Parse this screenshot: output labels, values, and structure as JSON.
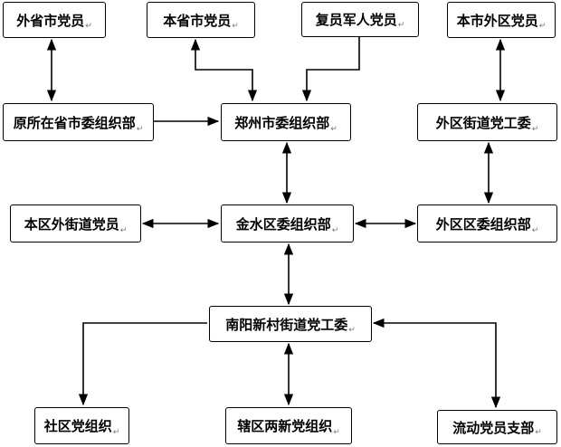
{
  "return_mark": "↵",
  "nodes": {
    "waisheng_shi_dangyuan": "外省市党员",
    "bensheng_shi_dangyuan": "本省市党员",
    "fuyuan_junren_dangyuan": "复员军人党员",
    "benshi_waiqu_dangyuan": "本市外区党员",
    "yuansuozai_sheng_shiwei_zuzhibu": "原所在省市委组织部",
    "zhengzhou_shiwei_zuzhibu": "郑州市委组织部",
    "waiqu_jiedao_danggongwei": "外区街道党工委",
    "benqu_wai_jiedao_dangyuan": "本区外街道党员",
    "jinshui_quwei_zuzhibu": "金水区委组织部",
    "waiqu_quwei_zuzhibu": "外区区委组织部",
    "nanyang_xincun_jiedao_danggongwei": "南阳新村街道党工委",
    "shequ_dangzuzhi": "社区党组织",
    "xiaqu_liangxin_dangzuzhi": "辖区两新党组织",
    "liudong_dangyuan_zhibu": "流动党员支部"
  }
}
